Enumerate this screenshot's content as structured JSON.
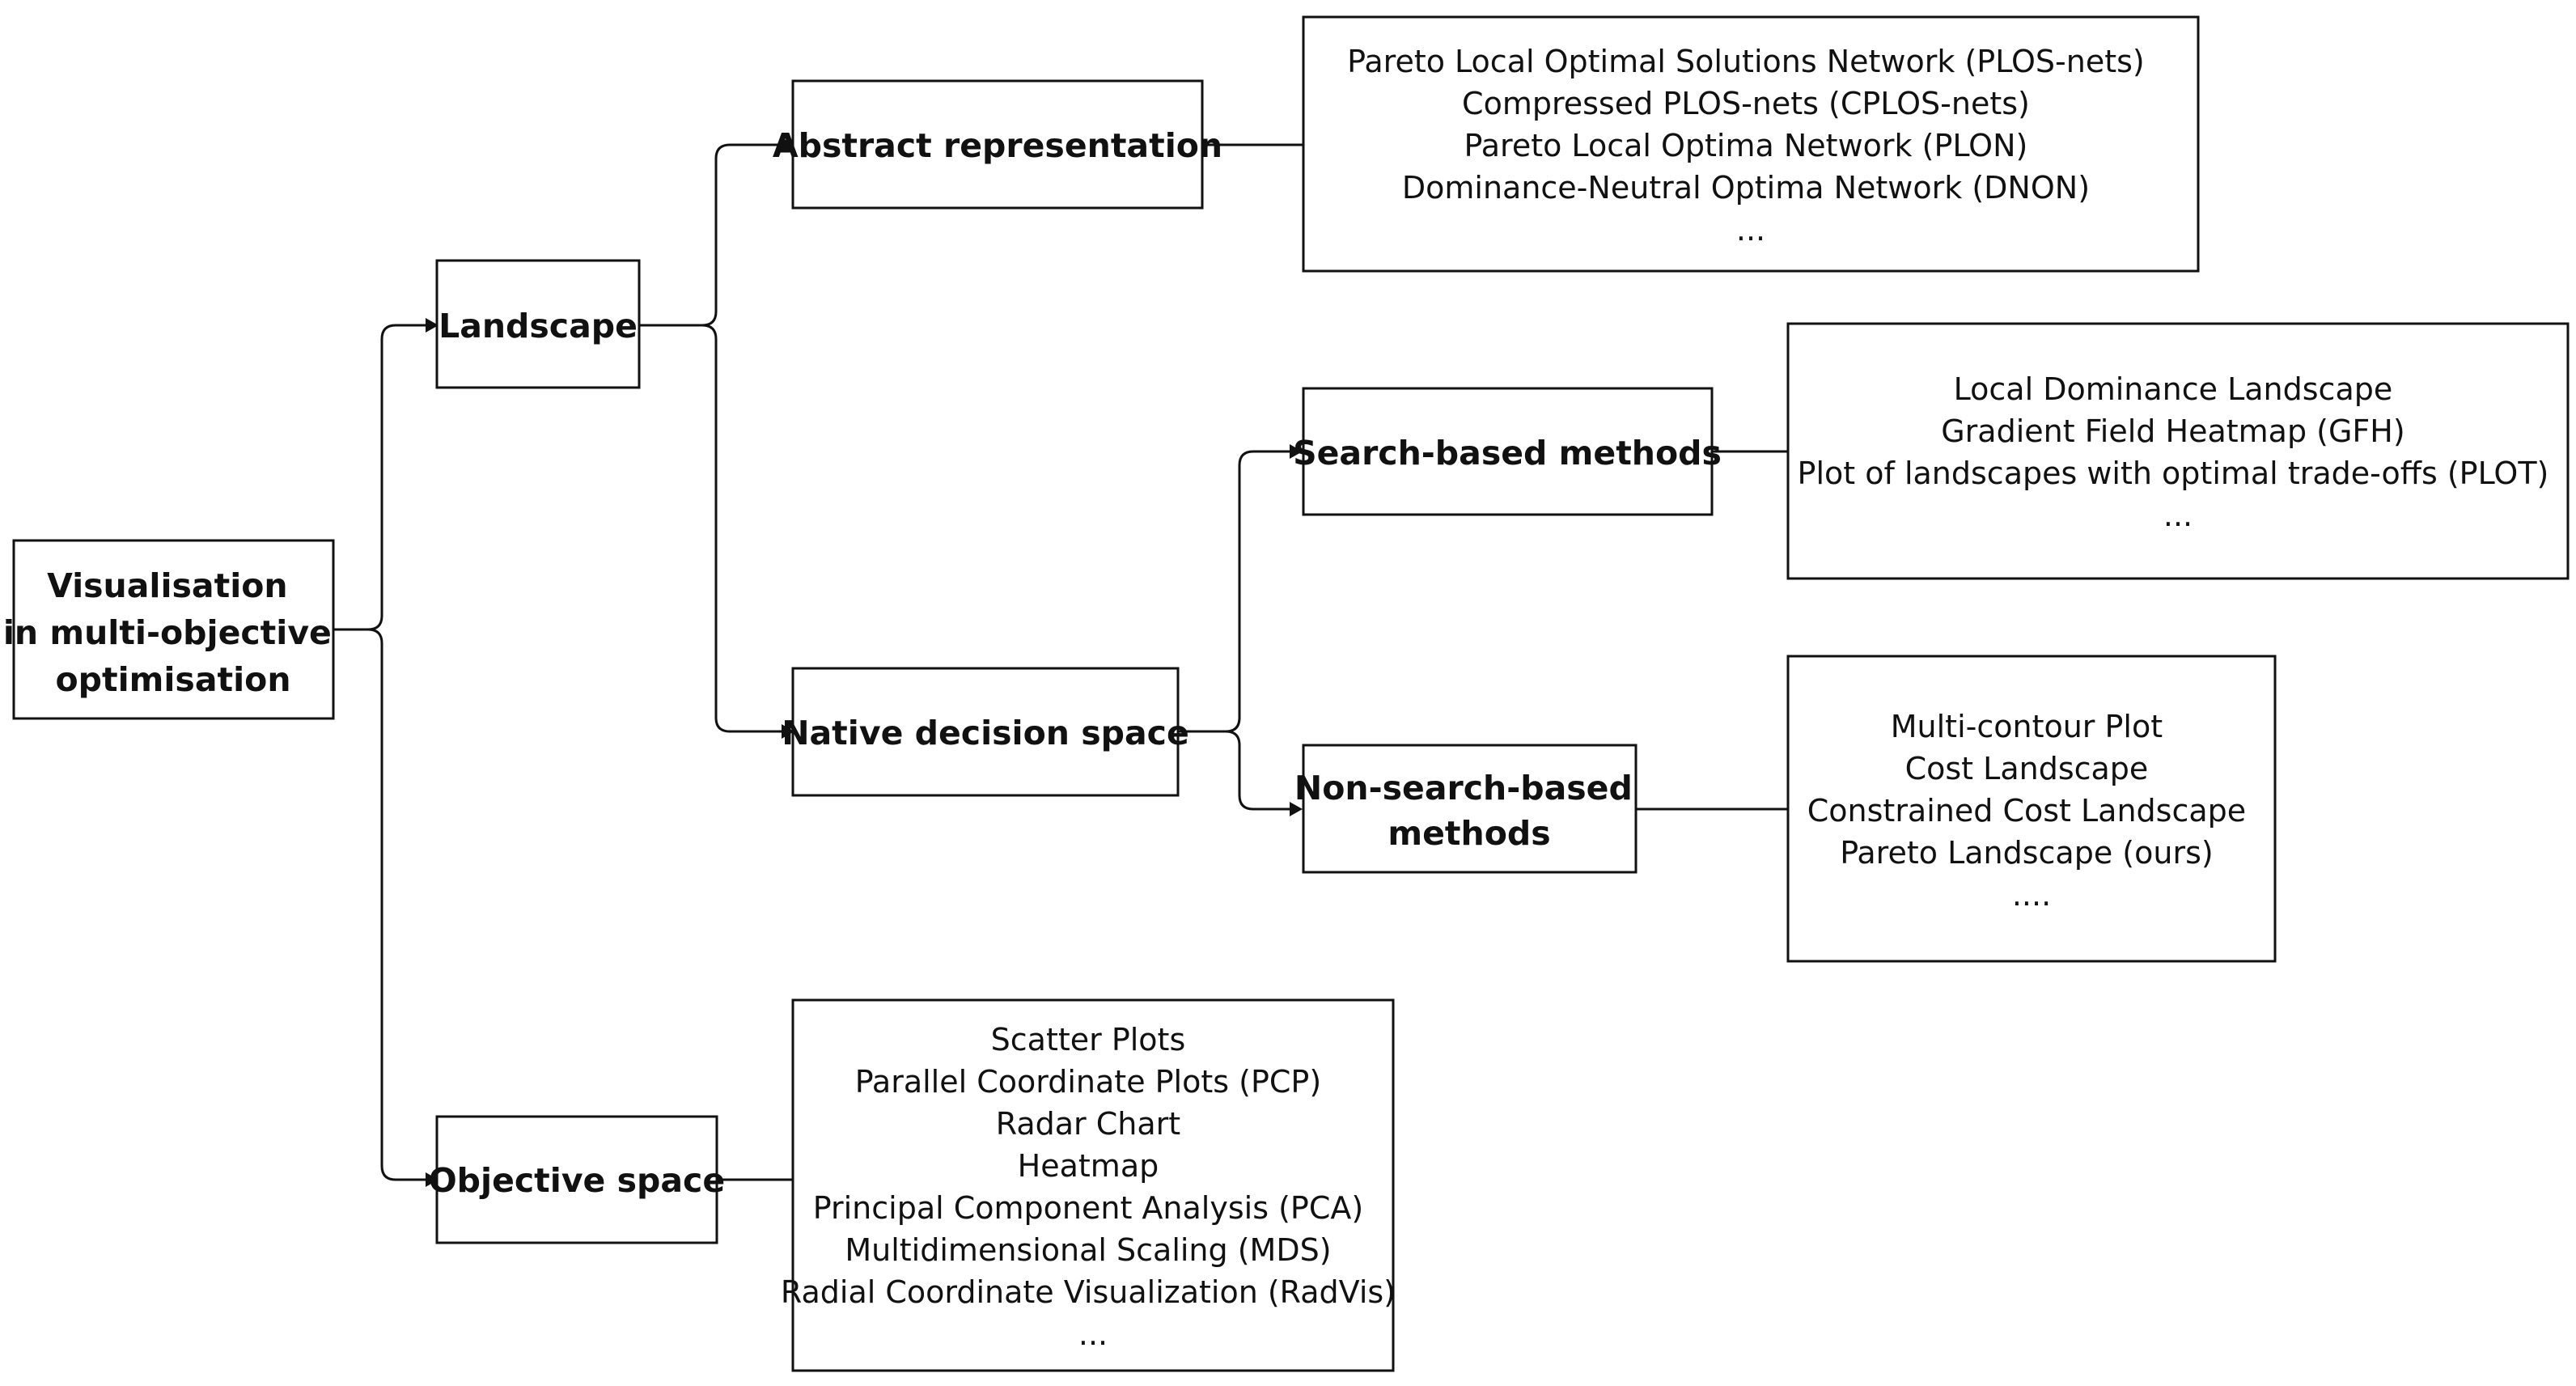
{
  "nodes": {
    "root": {
      "lines": [
        "Visualisation",
        "in multi-objective",
        "optimisation"
      ]
    },
    "landscape": {
      "lines": [
        "Landscape"
      ]
    },
    "objective_space": {
      "lines": [
        "Objective space"
      ]
    },
    "abstract_representation": {
      "lines": [
        "Abstract representation"
      ]
    },
    "native_decision_space": {
      "lines": [
        "Native decision space"
      ]
    },
    "search_based": {
      "lines": [
        "Search-based methods"
      ]
    },
    "non_search_based": {
      "lines": [
        "Non-search-based",
        "methods"
      ]
    }
  },
  "lists": {
    "abstract_methods": [
      "Pareto Local Optimal Solutions Network (PLOS-nets)",
      "Compressed PLOS-nets (CPLOS-nets)",
      "Pareto Local Optima Network (PLON)",
      "Dominance-Neutral Optima Network (DNON)",
      "..."
    ],
    "search_based_methods": [
      "Local Dominance Landscape",
      "Gradient Field Heatmap (GFH)",
      "Plot of landscapes with optimal trade-offs (PLOT)",
      "..."
    ],
    "non_search_based_methods": [
      "Multi-contour Plot",
      "Cost Landscape",
      "Constrained Cost Landscape",
      "Pareto Landscape (ours)",
      "...."
    ],
    "objective_space_methods": [
      "Scatter Plots",
      "Parallel Coordinate Plots (PCP)",
      "Radar Chart",
      "Heatmap",
      "Principal Component Analysis (PCA)",
      "Multidimensional Scaling (MDS)",
      "Radial Coordinate Visualization (RadVis)",
      "..."
    ]
  }
}
